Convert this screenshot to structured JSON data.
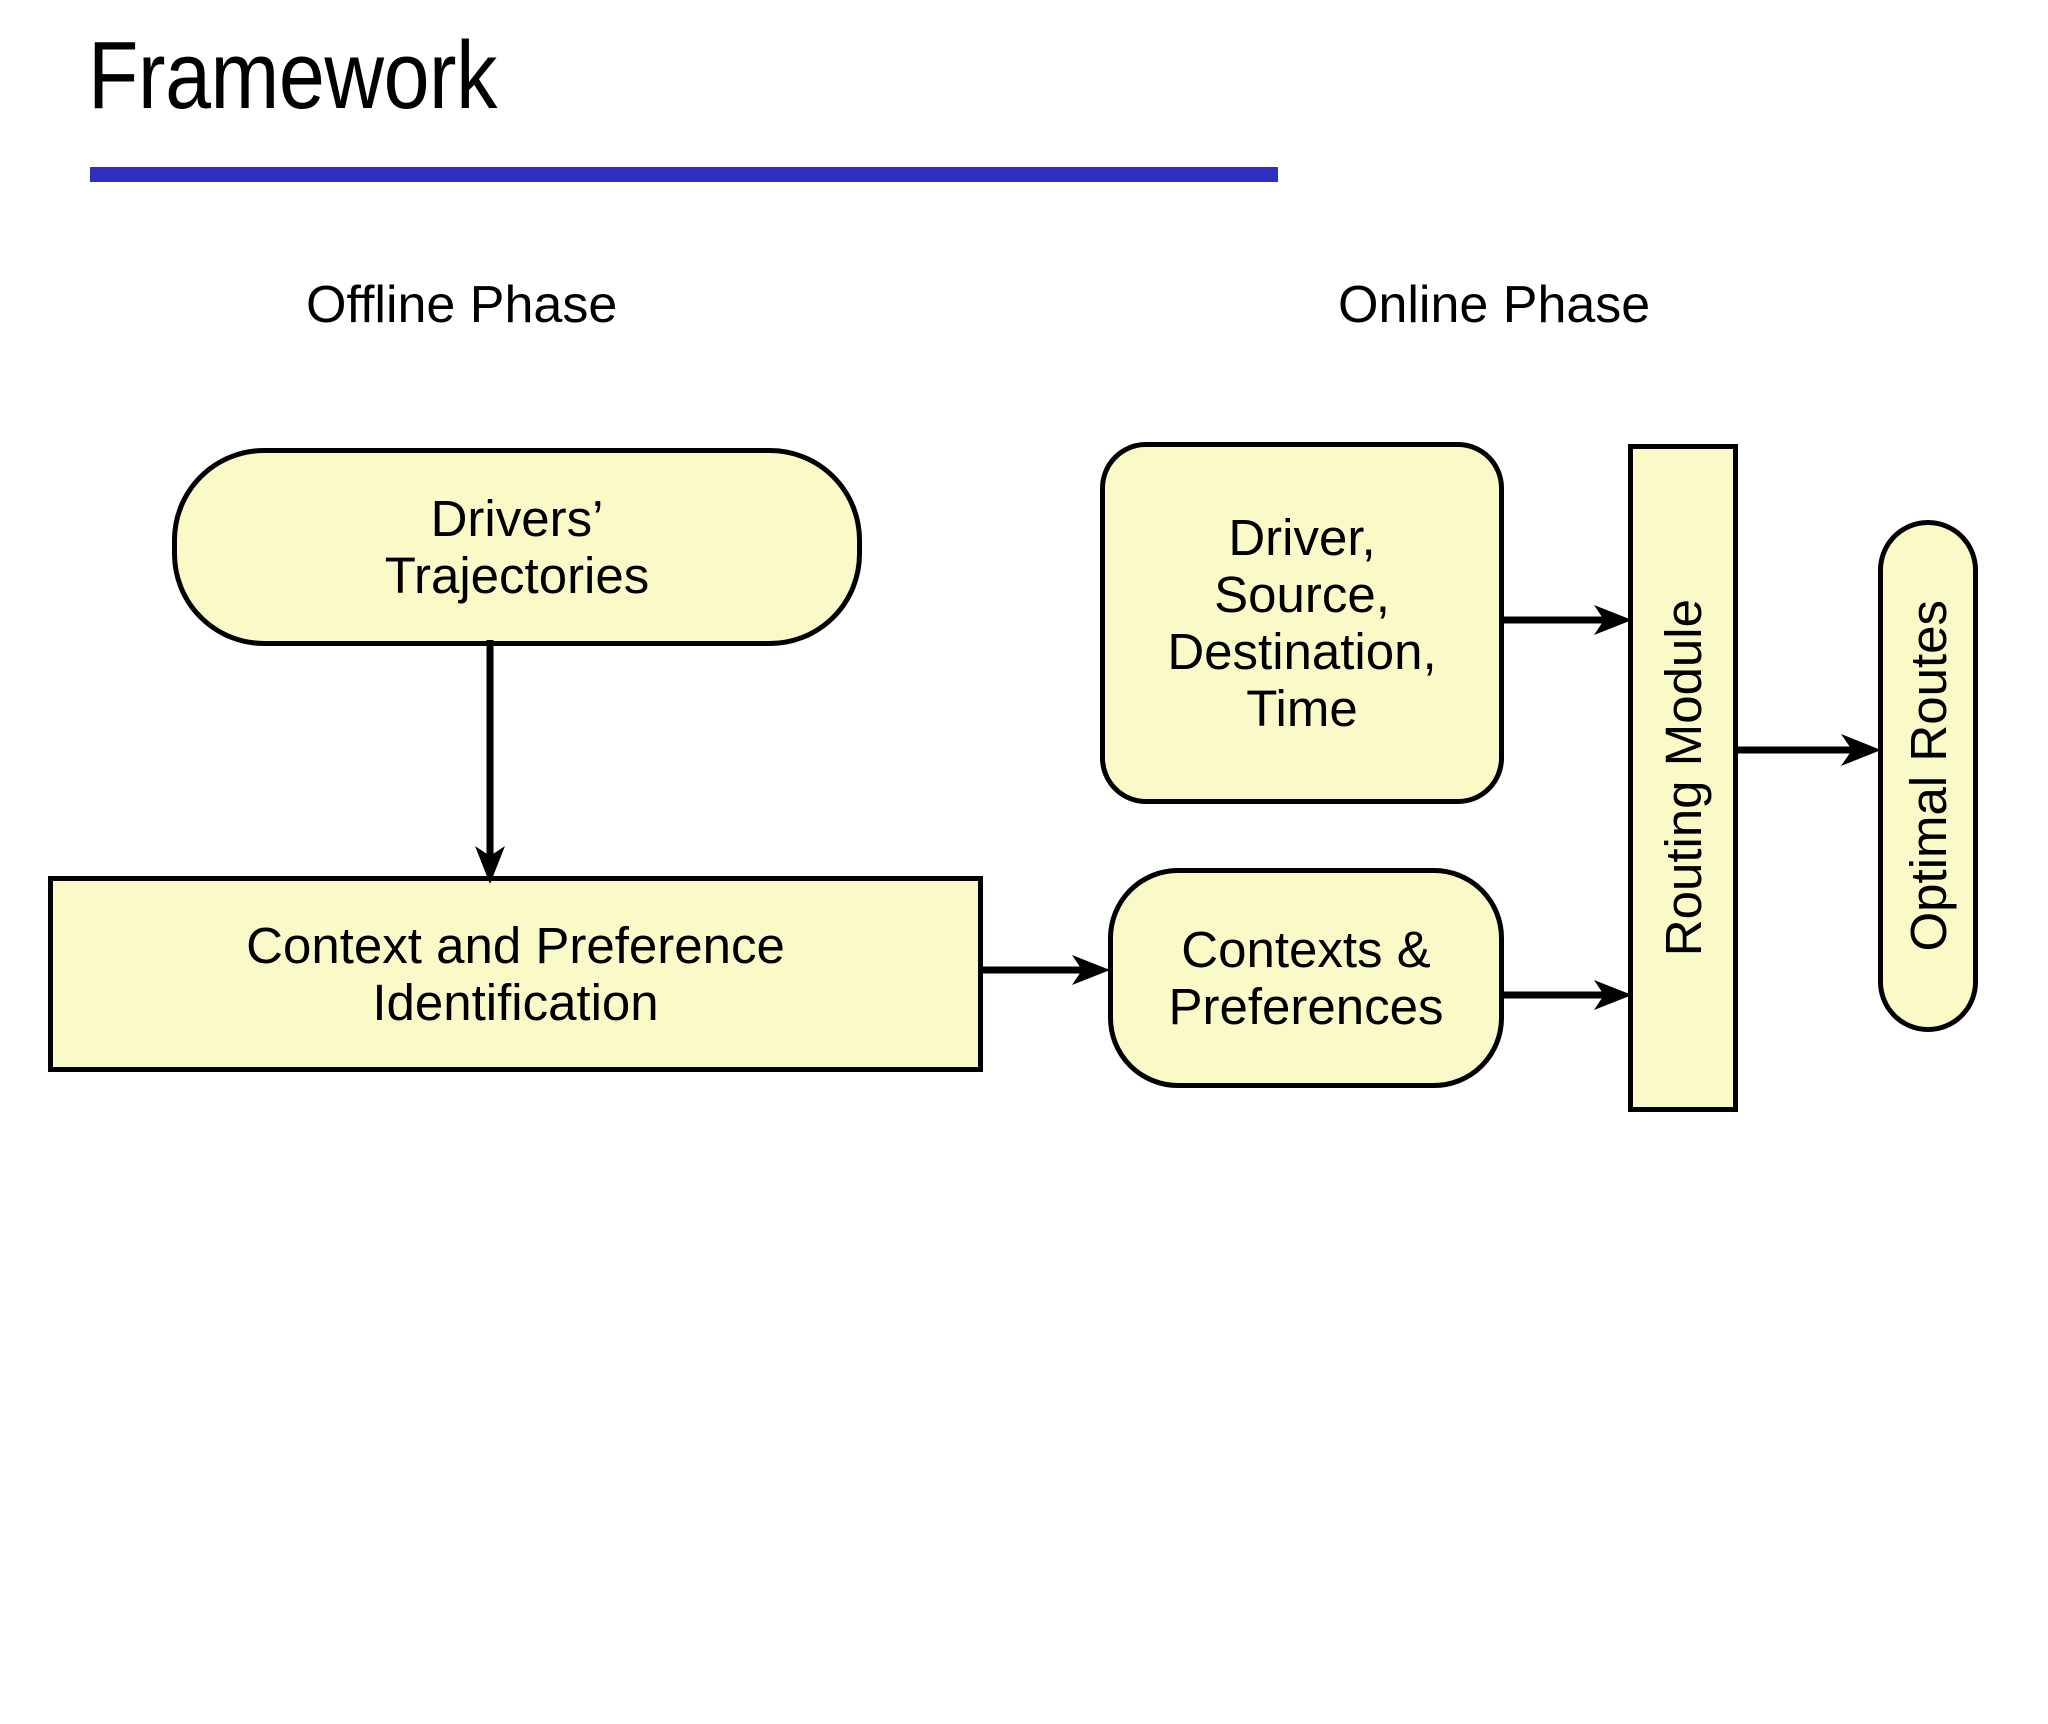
{
  "slide": {
    "title": "Framework",
    "rule_color": "#2F2FC2"
  },
  "phases": {
    "offline": {
      "label": "Offline Phase",
      "nodes": [
        {
          "id": "drivers-trajectories",
          "text": "Drivers’\nTrajectories",
          "shape": "rounded",
          "fill": "#FAFAC8"
        },
        {
          "id": "context-preference",
          "text": "Context and Preference\nIdentification",
          "shape": "rectangle",
          "fill": "#FAFAC8"
        }
      ]
    },
    "online": {
      "label": "Online Phase",
      "nodes": [
        {
          "id": "driver-source-destination-time",
          "text": "Driver,\nSource,\nDestination,\nTime",
          "shape": "rounded",
          "fill": "#FAFAC8"
        },
        {
          "id": "contexts-preferences",
          "text": "Contexts &\nPreferences",
          "shape": "rounded",
          "fill": "#FAFAC8"
        },
        {
          "id": "routing-module",
          "text": "Routing Module",
          "shape": "rectangle",
          "orientation": "vertical",
          "fill": "#FAFAC8"
        },
        {
          "id": "optimal-routes",
          "text": "Optimal Routes",
          "shape": "pill",
          "orientation": "vertical",
          "fill": "#FAFAC8"
        }
      ]
    }
  },
  "connections": [
    {
      "from": "drivers-trajectories",
      "to": "context-preference",
      "direction": "down"
    },
    {
      "from": "context-preference",
      "to": "contexts-preferences",
      "direction": "right"
    },
    {
      "from": "driver-source-destination-time",
      "to": "routing-module",
      "direction": "right"
    },
    {
      "from": "contexts-preferences",
      "to": "routing-module",
      "direction": "right"
    },
    {
      "from": "routing-module",
      "to": "optimal-routes",
      "direction": "right"
    }
  ],
  "colors": {
    "node_fill": "#FAFAC8",
    "node_stroke": "#000000",
    "phase_border": "#111111",
    "accent_rule": "#2F2FC2",
    "background": "#FFFFFF"
  }
}
